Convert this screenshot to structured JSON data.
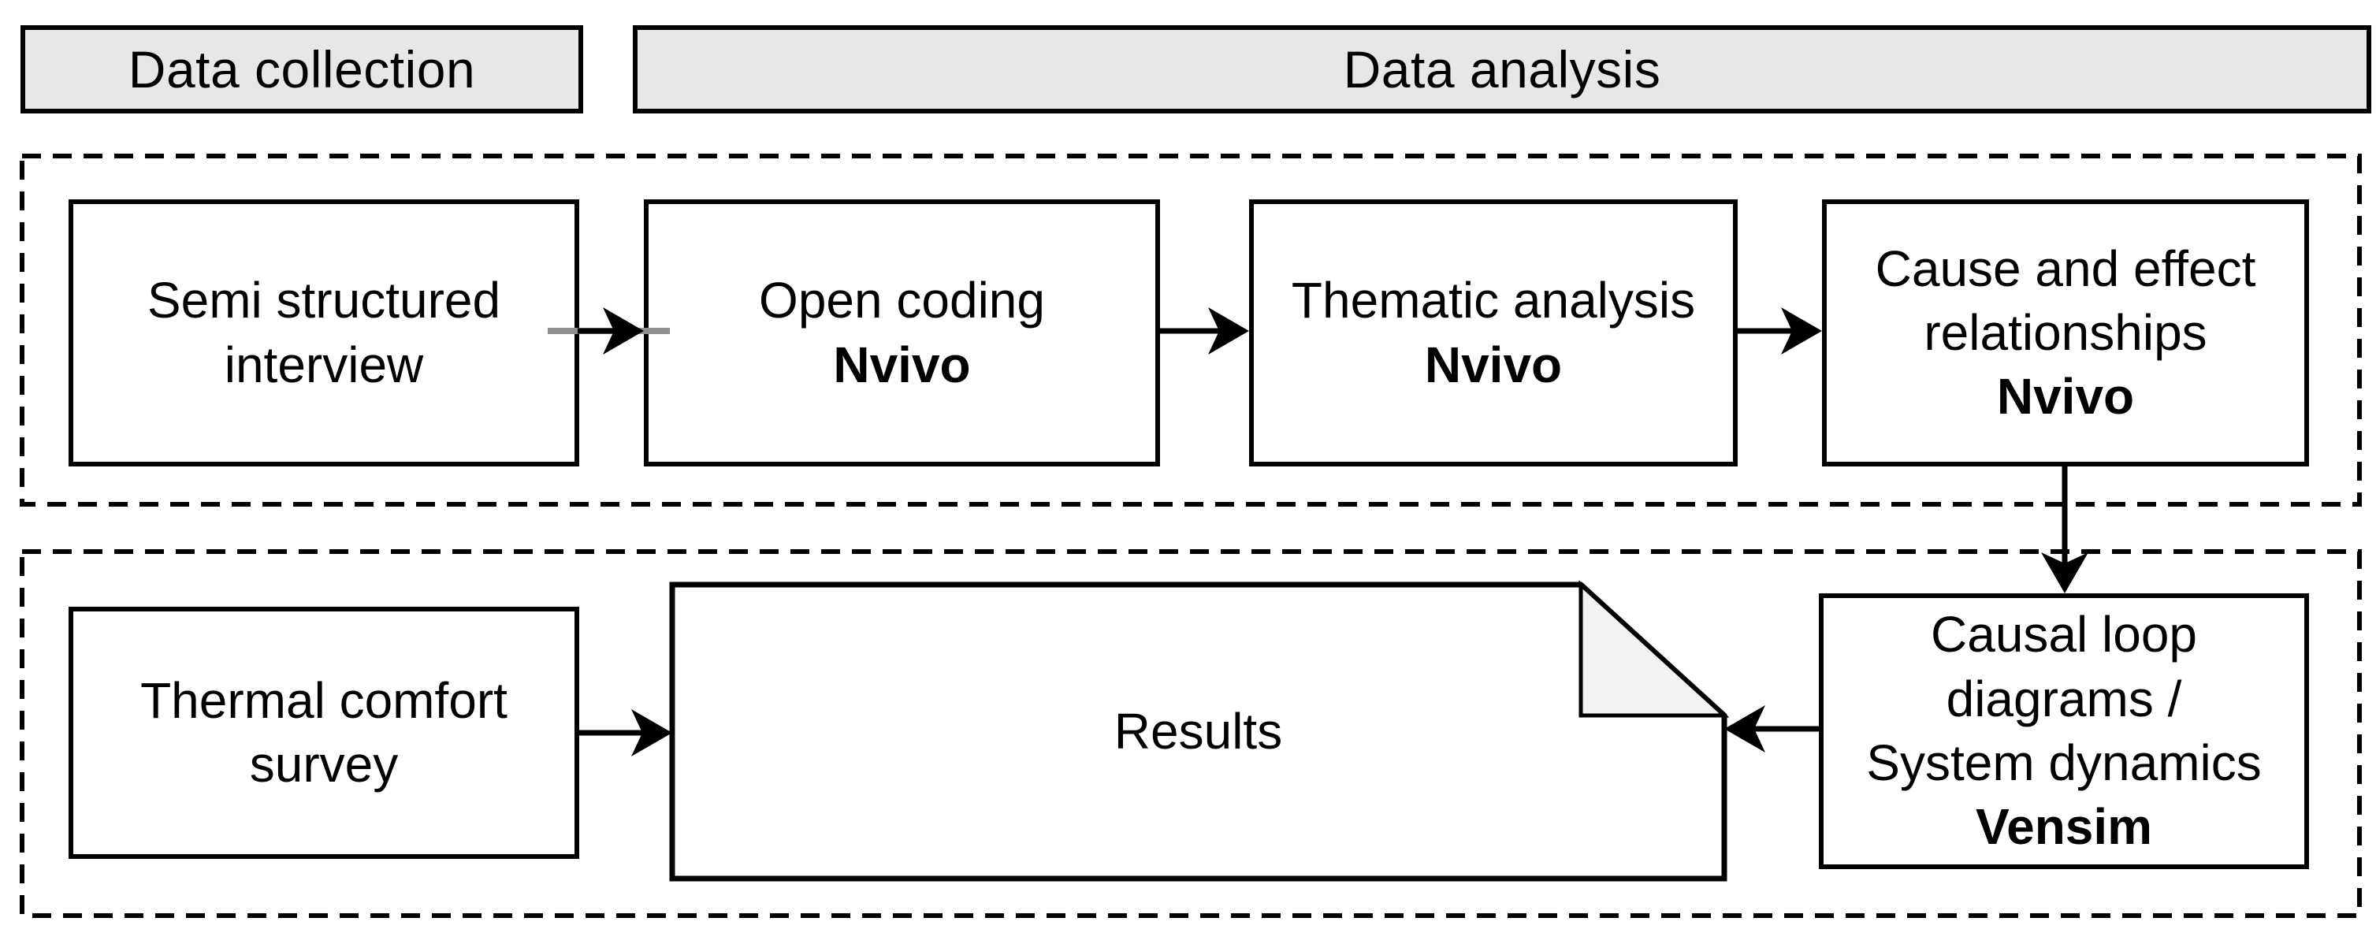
{
  "headers": {
    "data_collection": "Data collection",
    "data_analysis": "Data analysis"
  },
  "nodes": {
    "semi_structured_interview": {
      "line1": "Semi structured",
      "line2": "interview"
    },
    "open_coding": {
      "line1": "Open coding",
      "tool": "Nvivo"
    },
    "thematic_analysis": {
      "line1": "Thematic analysis",
      "tool": "Nvivo"
    },
    "cause_effect": {
      "line1": "Cause and effect",
      "line2": "relationships",
      "tool": "Nvivo"
    },
    "thermal_survey": {
      "line1": "Thermal comfort",
      "line2": "survey"
    },
    "results": {
      "label": "Results"
    },
    "causal_loop": {
      "line1": "Causal loop",
      "line2": "diagrams /",
      "line3": "System dynamics",
      "tool": "Vensim"
    }
  },
  "colors": {
    "header_fill": "#e7e7e7",
    "box_fill": "#ffffff",
    "border": "#000000",
    "fold_fill": "#f2f2f2",
    "connector_gray": "#8f8f8f",
    "canvas_bg": "#ffffff"
  }
}
